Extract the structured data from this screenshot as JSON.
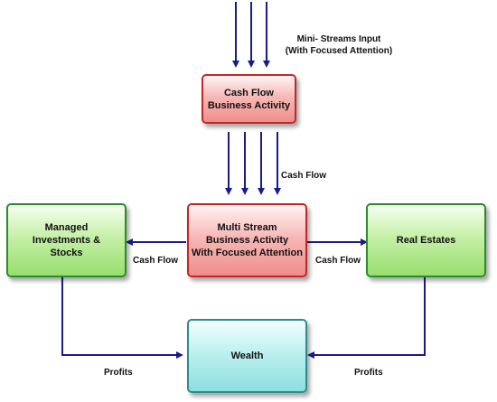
{
  "nodes": {
    "cash_flow_business": "Cash Flow\nBusiness Activity",
    "multi_stream": "Multi Stream\nBusiness Activity\nWith Focused Attention",
    "managed_investments": "Managed\nInvestments &\nStocks",
    "real_estates": "Real Estates",
    "wealth": "Wealth"
  },
  "labels": {
    "input_line1": "Mini- Streams Input",
    "input_line2": "(With Focused Attention)",
    "cash_flow_down": "Cash Flow",
    "cash_flow_left": "Cash Flow",
    "cash_flow_right": "Cash Flow",
    "profits_left": "Profits",
    "profits_right": "Profits"
  },
  "colors": {
    "arrow": "#1a1a8c",
    "red_box": "#c0282a",
    "green_box": "#2d8a2d",
    "teal_box": "#2c8c8f"
  }
}
